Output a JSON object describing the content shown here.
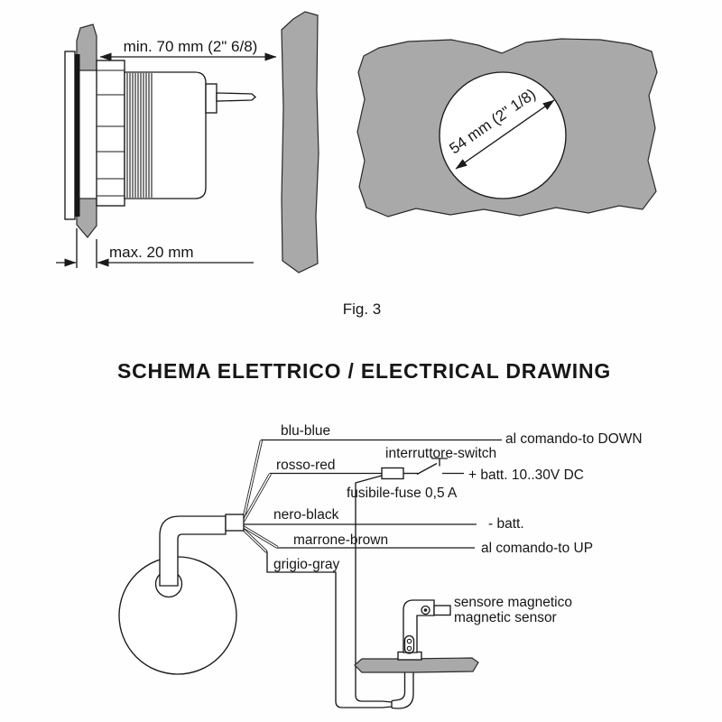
{
  "figure": {
    "caption": "Fig. 3",
    "side_view": {
      "depth_dimension": "min. 70 mm (2\" 6/8)",
      "panel_thickness_dimension": "max. 20 mm"
    },
    "panel_cutout": {
      "hole_diameter": "54 mm (2\" 1/8)"
    }
  },
  "heading": "SCHEMA ELETTRICO / ELECTRICAL DRAWING",
  "wiring": {
    "wire_blue": "blu-blue",
    "dest_down": "al comando-to DOWN",
    "wire_red": "rosso-red",
    "switch": "interruttore-switch",
    "battery_positive": "+ batt. 10..30V DC",
    "fuse": "fusibile-fuse 0,5 A",
    "wire_black": "nero-black",
    "battery_negative": "- batt.",
    "wire_brown": "marrone-brown",
    "dest_up": "al comando-to UP",
    "wire_gray": "grigio-gray",
    "sensor_label_it": "sensore magnetico",
    "sensor_label_en": "magnetic sensor"
  },
  "colors": {
    "panel_gray": "#a9a9a9",
    "line": "#1a1a1a"
  }
}
